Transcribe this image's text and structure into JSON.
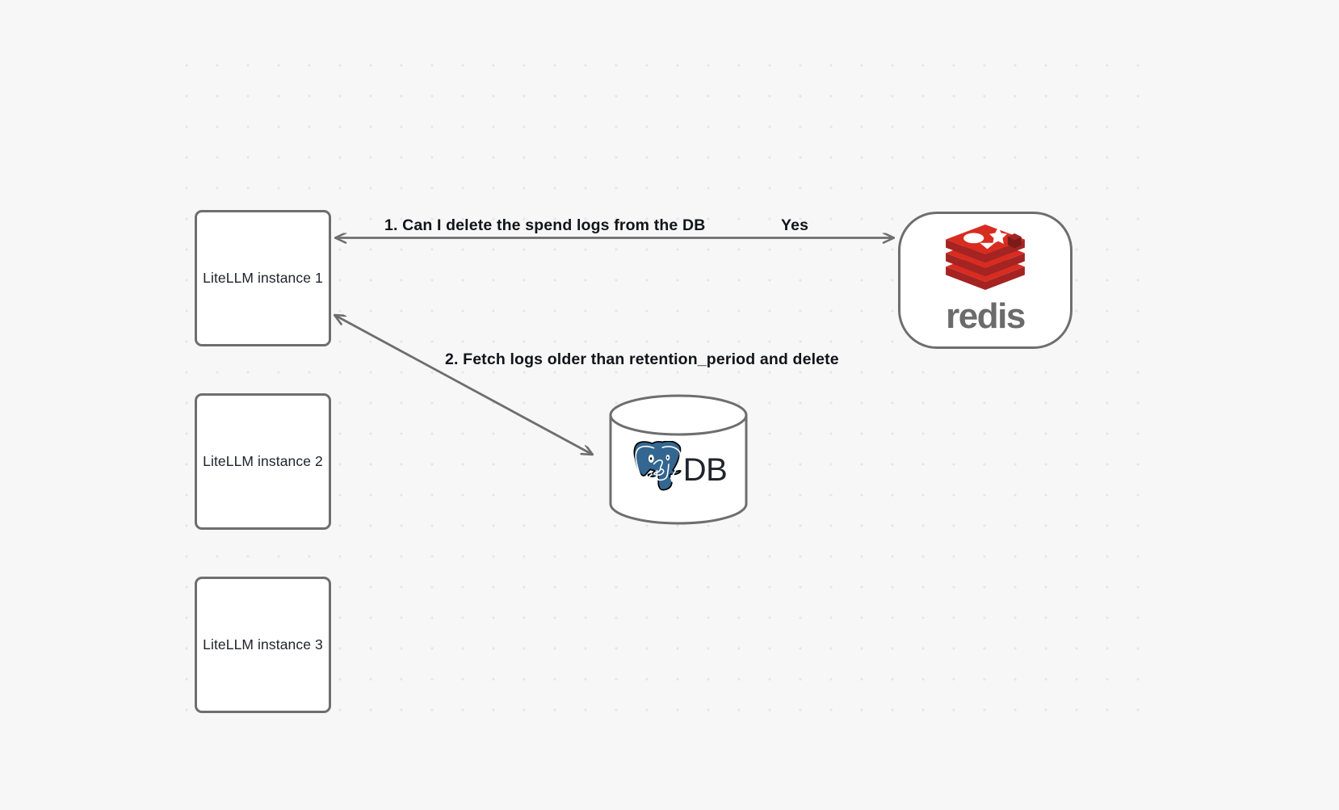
{
  "diagram": {
    "background_color": "#f7f7f8",
    "grid_dot_color": "#e6e6e8",
    "stroke_color": "#6e6e6e",
    "label_color": "#121417",
    "nodes": [
      {
        "id": "llm1",
        "label": "LiteLLM instance 1",
        "shape": "rounded-rect"
      },
      {
        "id": "llm2",
        "label": "LiteLLM instance 2",
        "shape": "rounded-rect"
      },
      {
        "id": "llm3",
        "label": "LiteLLM instance 3",
        "shape": "rounded-rect"
      },
      {
        "id": "redis",
        "label": "redis",
        "shape": "stadium",
        "logo": "redis-logo",
        "logo_color": "#c6302b"
      },
      {
        "id": "db",
        "label": "DB",
        "shape": "cylinder",
        "logo": "postgresql-elephant-icon",
        "logo_color": "#336791"
      }
    ],
    "edges": [
      {
        "id": "edge-1",
        "from": "llm1",
        "to": "redis",
        "label": "1.  Can I delete the spend logs from the DB",
        "secondary_label": "Yes",
        "arrow": "double"
      },
      {
        "id": "edge-2",
        "from": "llm1",
        "to": "db",
        "label": "2.  Fetch logs older than retention_period and delete",
        "arrow": "double"
      }
    ]
  }
}
